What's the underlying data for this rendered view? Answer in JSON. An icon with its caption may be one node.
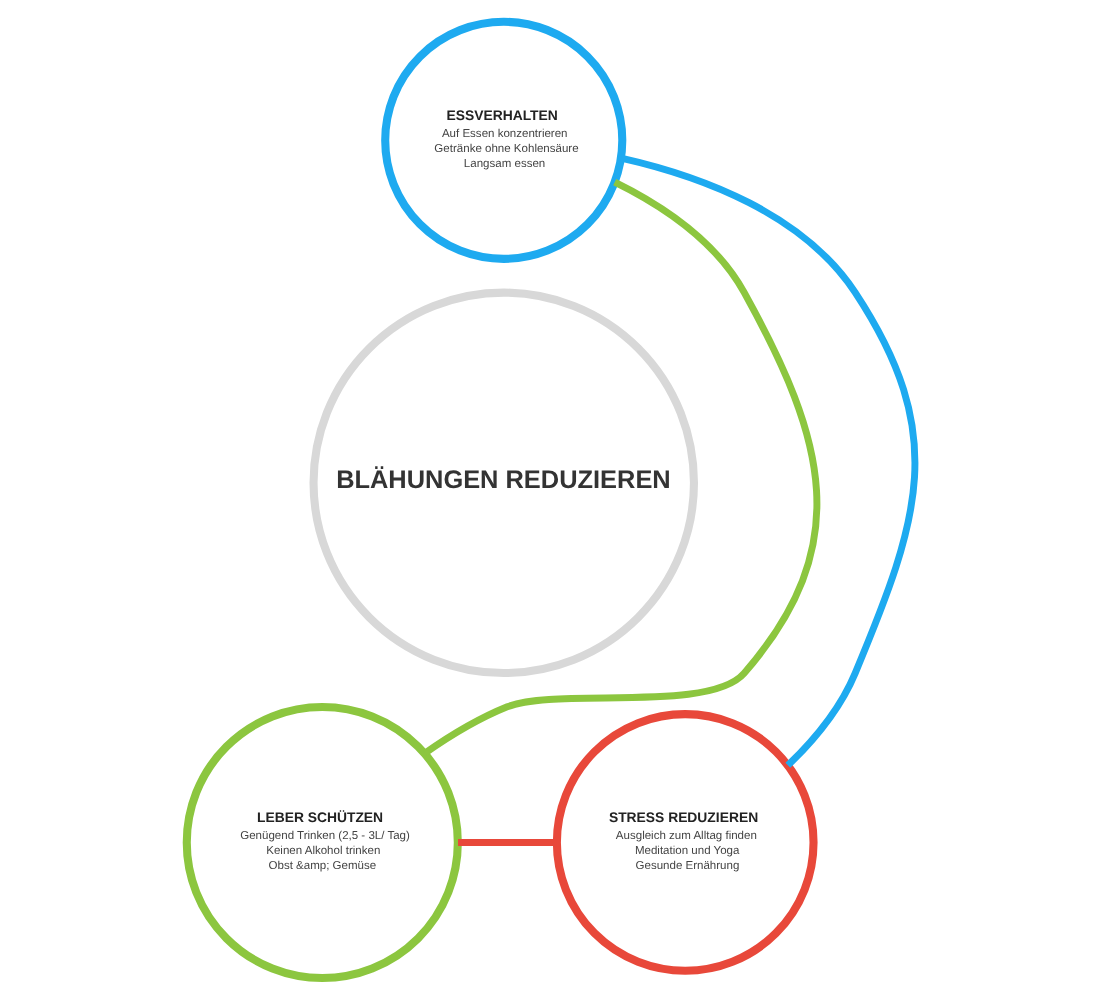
{
  "diagram": {
    "nodes": [
      {
        "text": [
          "BLÄHUNGEN REDUZIEREN"
        ]
      },
      {
        "text": [
          "ESSVERHALTEN",
          "Auf Essen konzentrieren",
          "Getränke ohne Kohlensäure",
          "Langsam essen"
        ]
      },
      {
        "text": [
          "LEBER SCHÜTZEN",
          "Genügend Trinken (2,5 - 3L/ Tag)",
          "Keinen Alkohol trinken",
          "Obst &amp; Gemüse"
        ]
      },
      {
        "text": [
          "STRESS REDUZIEREN",
          "Ausgleich zum Alltag finden",
          "Meditation und Yoga",
          "Gesunde Ernährung"
        ]
      }
    ],
    "edges": [
      {
        "from": 1,
        "to": 2,
        "arrow": "none",
        "color": "#8cc63f"
      },
      {
        "from": 2,
        "to": 3,
        "arrow": "none",
        "color": "#e8483a"
      },
      {
        "from": 3,
        "to": 1,
        "arrow": "none",
        "color": "#1eaaf0"
      }
    ]
  }
}
